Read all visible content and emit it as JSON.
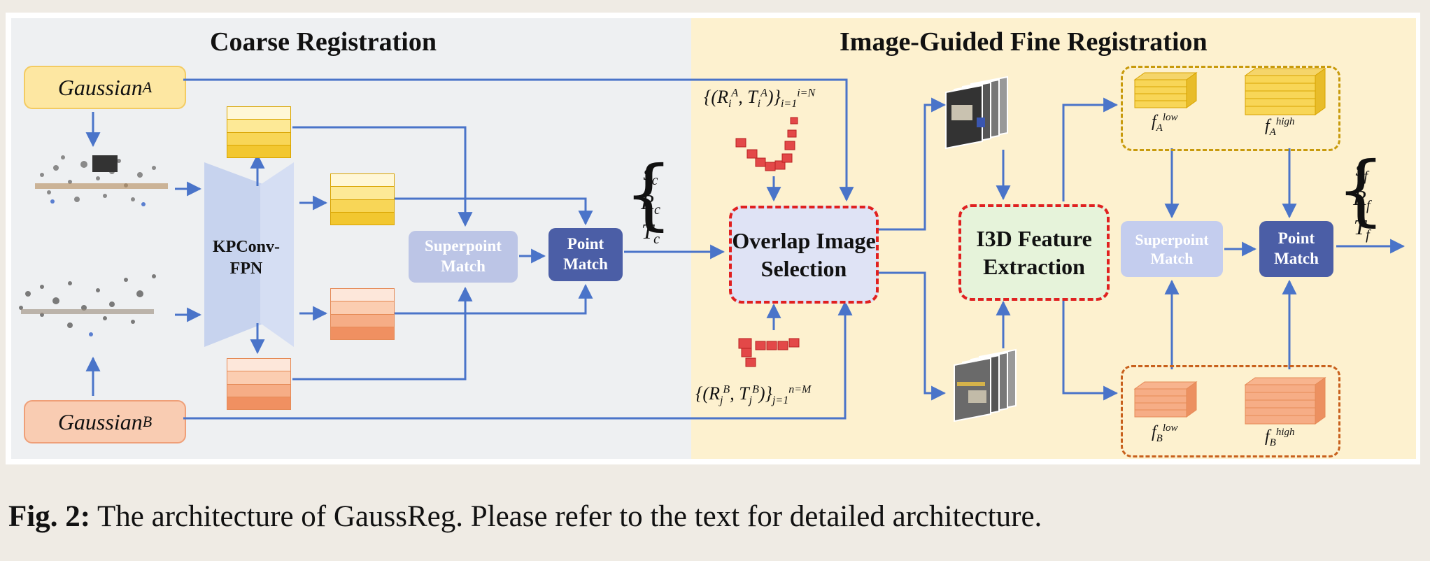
{
  "titles": {
    "coarse": "Coarse Registration",
    "fine": "Image-Guided Fine Registration"
  },
  "inputs": {
    "gaussian_a": "Gaussian",
    "gaussian_a_sub": "A",
    "gaussian_b": "Gaussian",
    "gaussian_b_sub": "B"
  },
  "coarse": {
    "backbone": "KPConv-FPN",
    "superpoint_match": "Superpoint Match",
    "point_match": "Point Match",
    "outputs": [
      "s",
      "R",
      "T"
    ],
    "outputs_sub": "c"
  },
  "fine": {
    "overlap": "Overlap Image Selection",
    "i3d": "I3D Feature Extraction",
    "superpoint_match": "Superpoint Match",
    "point_match": "Point Match",
    "outputs": [
      "s",
      "R",
      "T"
    ],
    "outputs_sub": "f",
    "features": {
      "f": "f",
      "a_low_sub": "A",
      "a_low_sup": "low",
      "a_high_sub": "A",
      "a_high_sup": "high",
      "b_low_sub": "B",
      "b_low_sup": "low",
      "b_high_sub": "B",
      "b_high_sup": "high"
    }
  },
  "poses": {
    "a_text": "{(R",
    "a_full": "{(R_i^A, T_i^A)}_{i=1}^{i=N}",
    "b_full": "{(R_j^B, T_j^B)}_{j=1}^{n=M}"
  },
  "caption": {
    "label": "Fig. 2:",
    "text": " The architecture of GaussReg. Please refer to the text for detailed architecture."
  },
  "colors": {
    "arrow": "#4a74c9",
    "dashed_red": "#e02020",
    "point_match": "#4b5ea6",
    "superpoint": "#bcc5e6"
  }
}
